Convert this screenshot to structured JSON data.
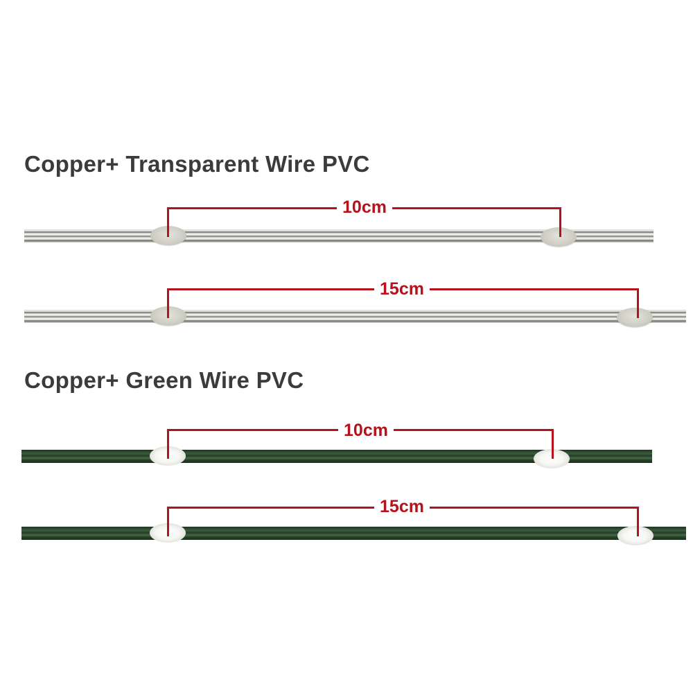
{
  "sections": [
    {
      "title": "Copper+ Transparent Wire PVC",
      "wire_color": "transparent",
      "rows": [
        {
          "spacing_label": "10cm"
        },
        {
          "spacing_label": "15cm"
        }
      ]
    },
    {
      "title": "Copper+ Green Wire PVC",
      "wire_color": "green",
      "rows": [
        {
          "spacing_label": "10cm"
        },
        {
          "spacing_label": "15cm"
        }
      ]
    }
  ],
  "colors": {
    "title_text": "#3b3b3b",
    "dimension_marker": "#b5121b",
    "green_wire": "#2d4a2f",
    "transparent_wire": "#e8e8e3"
  }
}
